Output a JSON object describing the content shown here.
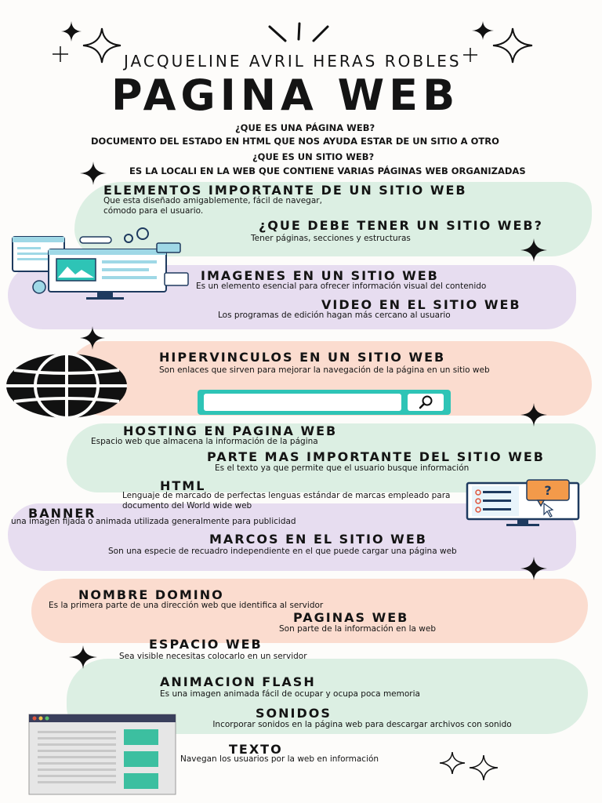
{
  "author": "JACQUELINE AVRIL HERAS ROBLES",
  "title": "PAGINA WEB",
  "intro": {
    "q1": "¿QUE ES UNA PÁGINA WEB?",
    "a1": "DOCUMENTO DEL ESTADO EN HTML QUE NOS AYUDA ESTAR DE UN SITIO A OTRO",
    "q2": "¿QUE ES UN SITIO WEB?",
    "a2": "ES LA LOCALI EN LA WEB QUE CONTIENE VARIAS PÁGINAS WEB ORGANIZADAS"
  },
  "sections": {
    "elementos": {
      "heading": "ELEMENTOS IMPORTANTE DE UN SITIO WEB",
      "text": "Que esta diseñado amigablemente, fácil de navegar, cómodo para el usuario."
    },
    "debe": {
      "heading": "¿QUE DEBE TENER UN SITIO WEB?",
      "text": "Tener páginas, secciones y estructuras"
    },
    "imagenes": {
      "heading": "IMAGENES EN UN SITIO WEB",
      "text": "Es un elemento esencial para ofrecer información visual del contenido"
    },
    "video": {
      "heading": "VIDEO EN EL SITIO WEB",
      "text": "Los programas de edición hagan más cercano al usuario"
    },
    "hipervinculos": {
      "heading": "HIPERVINCULOS EN UN SITIO WEB",
      "text": "Son enlaces que sirven para mejorar la navegación de la página en un sitio web"
    },
    "hosting": {
      "heading": "HOSTING EN PAGINA WEB",
      "text": "Espacio web que almacena la información de la página"
    },
    "parte": {
      "heading": "PARTE MAS IMPORTANTE DEL SITIO WEB",
      "text": "Es el texto ya que permite que el usuario busque información"
    },
    "html": {
      "heading": "HTML",
      "text": "Lenguaje de marcado de perfectas lenguas estándar de marcas empleado para documento del World wide web"
    },
    "banner": {
      "heading": "BANNER",
      "text": "una imagen fijada o animada utilizada generalmente para publicidad"
    },
    "marcos": {
      "heading": "MARCOS EN EL SITIO WEB",
      "text": "Son una especie de recuadro independiente en el que puede cargar una página web"
    },
    "dominio": {
      "heading": "NOMBRE DOMINO",
      "text": "Es la primera parte de una dirección web que identifica al servidor"
    },
    "paginas": {
      "heading": "PAGINAS WEB",
      "text": "Son parte de la información en la web"
    },
    "espacio": {
      "heading": "ESPACIO WEB",
      "text": "Sea visible necesitas colocarlo en un servidor"
    },
    "flash": {
      "heading": "ANIMACION FLASH",
      "text": "Es una imagen animada fácil de ocupar y ocupa poca memoria"
    },
    "sonidos": {
      "heading": "SONIDOS",
      "text": "Incorporar sonidos en la página web para descargar archivos con sonido"
    },
    "texto": {
      "heading": "TEXTO",
      "text": "Navegan los usuarios por la web en información"
    }
  },
  "icons": [
    "sparkle-icon",
    "globe-icon",
    "search-icon",
    "web-design-illustration",
    "question-screen-illustration",
    "browser-window-illustration"
  ],
  "colors": {
    "mint": "#dcefe3",
    "lavender": "#e7ddf0",
    "peach": "#fbdccf",
    "teal": "#2ec4b6",
    "navy": "#1e3a5f"
  }
}
